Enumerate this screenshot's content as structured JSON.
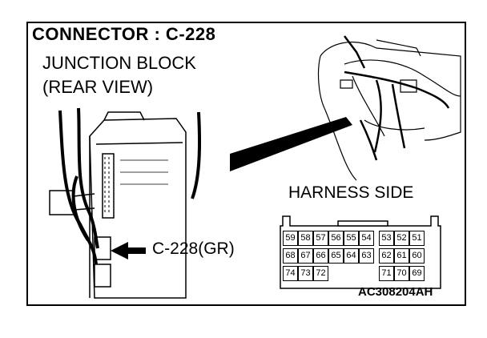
{
  "title": "CONNECTOR : C-228",
  "subtitle_line1": "JUNCTION BLOCK",
  "subtitle_line2": "(REAR VIEW)",
  "harness_label": "HARNESS SIDE",
  "callout_label": "C-228(GR)",
  "figure_code": "AC308204AH",
  "pin_rows": [
    [
      "59",
      "58",
      "57",
      "56",
      "55",
      "54",
      "53",
      "52",
      "51"
    ],
    [
      "68",
      "67",
      "66",
      "65",
      "64",
      "63",
      "62",
      "61",
      "60"
    ],
    [
      "74",
      "73",
      "72",
      "",
      "",
      "",
      "71",
      "70",
      "69"
    ]
  ]
}
